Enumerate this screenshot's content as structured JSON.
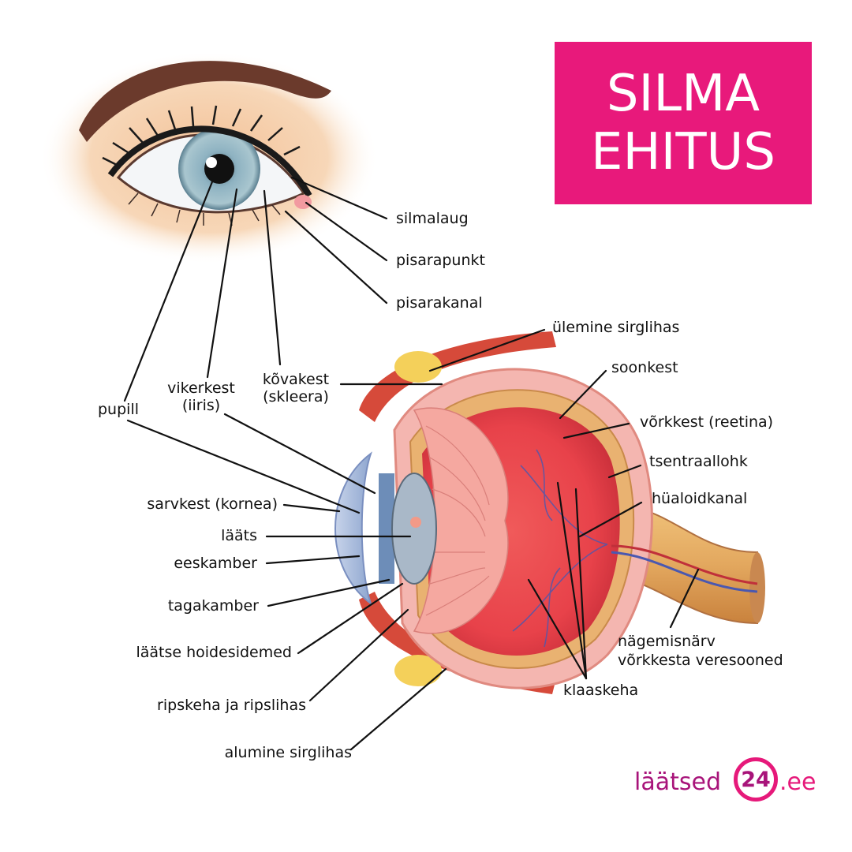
{
  "title": {
    "line1": "SILMA",
    "line2": "EHITUS"
  },
  "labels": {
    "silmalaug": "silmalaug",
    "pisarapunkt": "pisarapunkt",
    "pisarakanal": "pisarakanal",
    "ulemine_sirglihas": "ülemine sirglihas",
    "soonkest": "soonkest",
    "vorkkest": "võrkkest (reetina)",
    "tsentraallohk": "tsentraallohk",
    "hualoidkanal": "hüaloidkanal",
    "kovakest_1": "kõvakest",
    "kovakest_2": "(skleera)",
    "vikerkest_1": "vikerkest",
    "vikerkest_2": "(iiris)",
    "pupill": "pupill",
    "sarvkest": "sarvkest (kornea)",
    "laats": "lääts",
    "eeskamber": "eeskamber",
    "tagakamber": "tagakamber",
    "laatse_hoidesidemed": "läätse hoidesidemed",
    "ripskeha": "ripskeha ja ripslihas",
    "alumine_sirglihas": "alumine sirglihas",
    "nagemisnarv": "nägemisnärv",
    "vorkkesta_veresooned": "võrkkesta veresooned",
    "klaaskeha": "klaaskeha"
  },
  "logo": {
    "part1": "läätsed",
    "number": "24",
    "part2": ".ee"
  },
  "colors": {
    "title_bg": "#e8197b",
    "brand_pink": "#e6197a",
    "brand_purple": "#a8147a",
    "leader_line": "#111111",
    "eye_red": "#e8424a",
    "sclera_pink": "#f3b3ae",
    "iris_blue": "#8fb3c2",
    "skin": "#f5cfa8",
    "nerve": "#d99a55"
  },
  "icons": [
    "eye-illustration-icon",
    "eye-cross-section-icon"
  ]
}
